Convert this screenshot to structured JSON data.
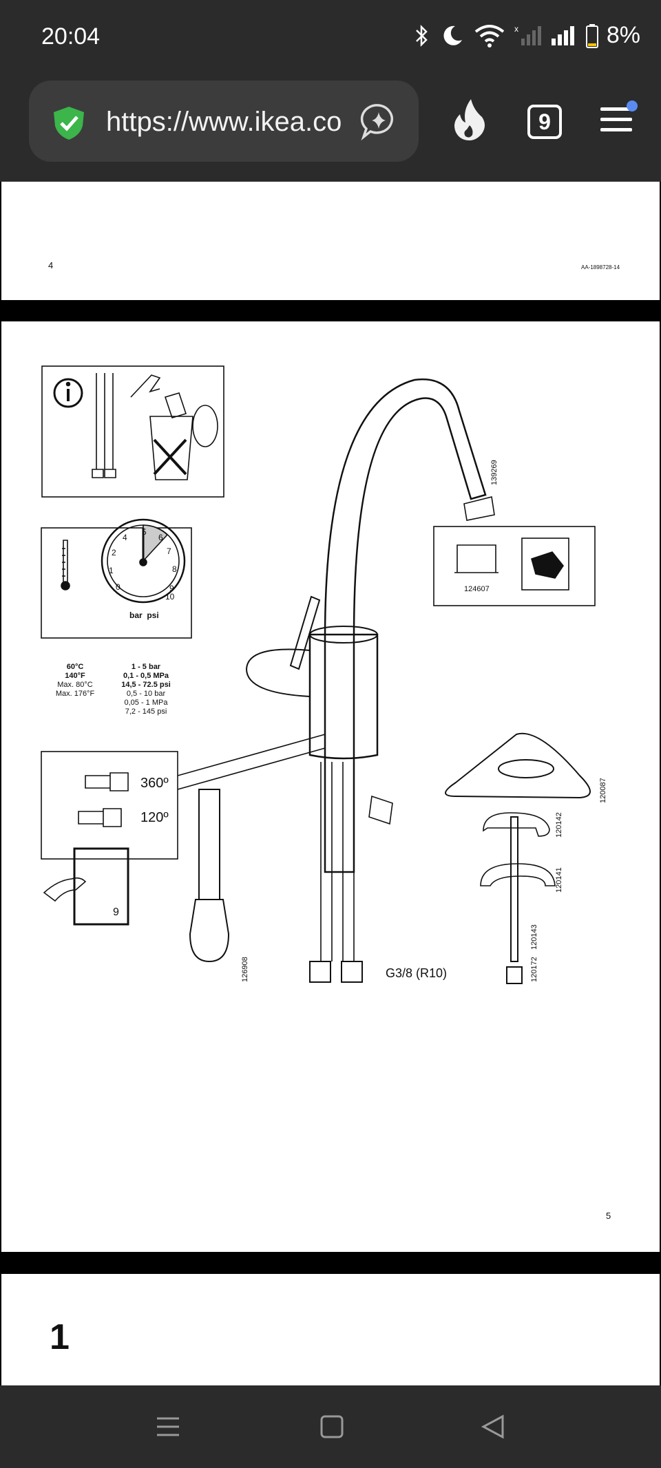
{
  "status_bar": {
    "time": "20:04",
    "battery": "8%"
  },
  "browser": {
    "url": "https://www.ikea.co",
    "tab_count": "9"
  },
  "page_a": {
    "page_number": "4",
    "article_code": "AA-1898728-14"
  },
  "page_b": {
    "page_number": "5",
    "temp_box": {
      "temp_line1": "60°C",
      "temp_line2": "140°F",
      "max1": "Max. 80°C",
      "max2": "Max. 176°F"
    },
    "pressure_box": {
      "line1": "1 - 5 bar",
      "line2": "0,1 - 0,5 MPa",
      "line3": "14,5 - 72.5 psi",
      "line4": "0,5 - 10 bar",
      "line5": "0,05 - 1 MPa",
      "line6": "7,2 - 145 psi",
      "gauge_units": "bar  psi"
    },
    "rotation_box": {
      "rot1": "360º",
      "rot2": "120º",
      "ref_page": "9"
    },
    "part_numbers": {
      "aerator": "139269",
      "aerator_alt": "124607",
      "plate": "120087",
      "washer": "120142",
      "bracket": "120141",
      "rod": "120143",
      "nut": "120172",
      "tool": "126908"
    },
    "thread_label": "G3/8 (R10)"
  },
  "page_c": {
    "step_number": "1"
  },
  "colors": {
    "chrome": "#2b2b2b",
    "shield": "#3cb54a",
    "dot": "#5a8bf2"
  }
}
